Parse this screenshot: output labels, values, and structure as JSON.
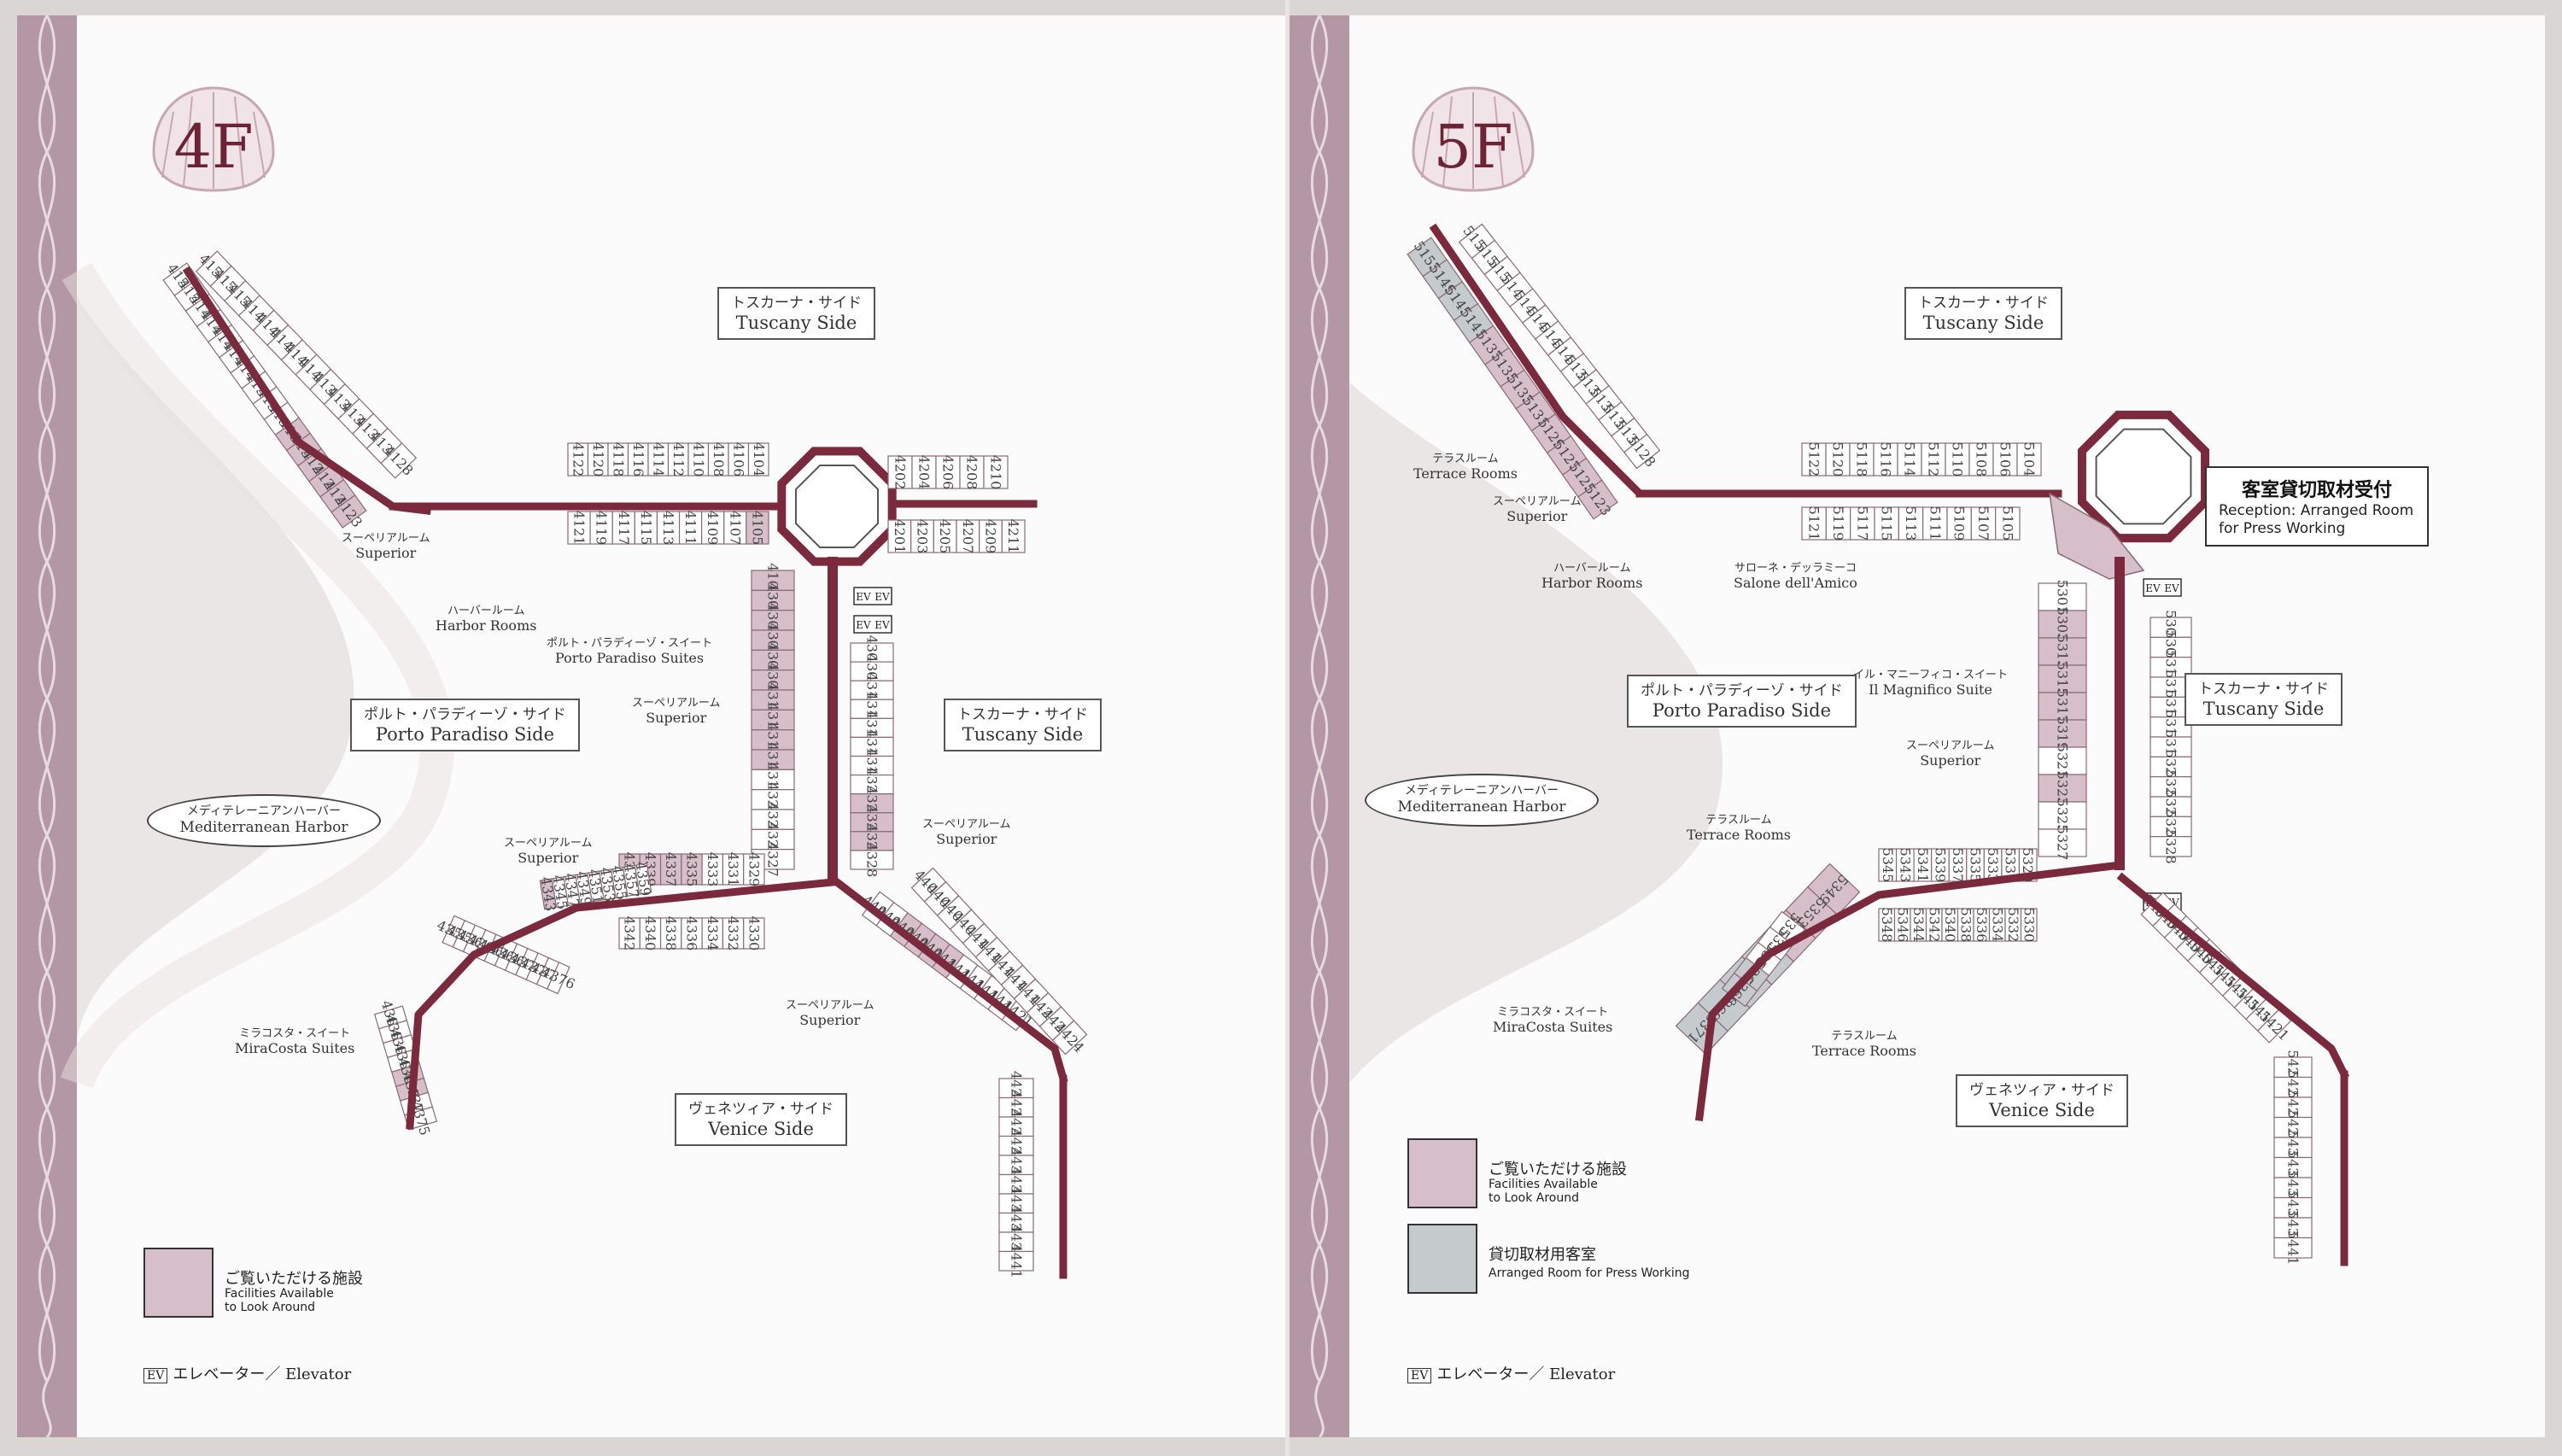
{
  "colors": {
    "corridor": "#7a2a3c",
    "facility_fill": "#d7bfca",
    "press_fill": "#c5cacd",
    "border_band": "#b497a4",
    "room_border": "#8a6a74"
  },
  "floor4": {
    "badge": "4F",
    "tuscany_top": {
      "jp": "トスカーナ・サイド",
      "en": "Tuscany Side"
    },
    "tuscany_right": {
      "jp": "トスカーナ・サイド",
      "en": "Tuscany Side"
    },
    "porto": {
      "jp": "ポルト・パラディーゾ・サイド",
      "en": "Porto Paradiso Side"
    },
    "venice": {
      "jp": "ヴェネツィア・サイド",
      "en": "Venice Side"
    },
    "harbor_oval": {
      "jp": "メディテレーニアンハーバー",
      "en": "Mediterranean Harbor"
    },
    "annotations": {
      "superior1": {
        "jp": "スーペリアルーム",
        "en": "Superior"
      },
      "harbor_rooms": {
        "jp": "ハーバールーム",
        "en": "Harbor Rooms"
      },
      "porto_suites": {
        "jp": "ポルト・パラディーゾ・スイート",
        "en": "Porto Paradiso Suites"
      },
      "superior2": {
        "jp": "スーペリアルーム",
        "en": "Superior"
      },
      "superior3": {
        "jp": "スーペリアルーム",
        "en": "Superior"
      },
      "superior4": {
        "jp": "スーペリアルーム",
        "en": "Superior"
      },
      "superior5": {
        "jp": "スーペリアルーム",
        "en": "Superior"
      },
      "miracosta": {
        "jp": "ミラコスタ・スイート",
        "en": "MiraCosta Suites"
      }
    },
    "legend": {
      "jp": "ご覧いただける施設",
      "en1": "Facilities Available",
      "en2": "to Look Around"
    },
    "elevator": {
      "box": "EV",
      "text": "エレベーター／ Elevator"
    },
    "rooms": {
      "nw_outer": [
        "4154",
        "4152",
        "4150",
        "4148",
        "4146",
        "4144",
        "4142",
        "4140",
        "4138",
        "4136",
        "4134",
        "4132",
        "4130",
        "4128"
      ],
      "nw_inner": [
        "4153",
        "4151",
        "4149",
        "4147",
        "4145",
        "4143",
        "4141",
        "4139",
        "4137",
        "4135",
        "4133",
        "4131",
        "4129",
        "4127",
        "4125",
        "4123"
      ],
      "north_top": [
        "4122",
        "4120",
        "4118",
        "4116",
        "4114",
        "4112",
        "4110",
        "4108",
        "4106",
        "4104"
      ],
      "north_bot": [
        "4121",
        "4119",
        "4117",
        "4115",
        "4113",
        "4111",
        "4109",
        "4107",
        "4105"
      ],
      "east_top": [
        "4202",
        "4204",
        "4206",
        "4208",
        "4210"
      ],
      "east_bot": [
        "4201",
        "4203",
        "4205",
        "4207",
        "4209",
        "4211"
      ],
      "spine_left": [
        "4101",
        "4301",
        "4303",
        "4305",
        "4307",
        "4309",
        "4311",
        "4313",
        "4315",
        "4317",
        "4319",
        "4321",
        "4323",
        "4325",
        "4327"
      ],
      "spine_right": [
        "4306",
        "4308",
        "4310",
        "4312",
        "4314",
        "4316",
        "4318",
        "4320",
        "4322",
        "4324",
        "4326",
        "4328"
      ],
      "sw_a": [
        "4341",
        "4339",
        "4337",
        "4335",
        "4333",
        "4331",
        "4329"
      ],
      "sw_b": [
        "4343",
        "4345",
        "4347",
        "4349",
        "4351",
        "4353",
        "4355",
        "4357",
        "4359"
      ],
      "sw_c": [
        "4342",
        "4340",
        "4338",
        "4336",
        "4334",
        "4332",
        "4330"
      ],
      "sw_d": [
        "4361",
        "4363",
        "4365",
        "4367",
        "4369",
        "4371",
        "4373",
        "4375"
      ],
      "sw_e": [
        "4356",
        "4358",
        "4360",
        "4362",
        "4364",
        "4366",
        "4368",
        "4370",
        "4372",
        "4374",
        "4376"
      ],
      "se_a": [
        "4401",
        "4403",
        "4405",
        "4407",
        "4409",
        "4411",
        "4413",
        "4415",
        "4417",
        "4419",
        "4421"
      ],
      "se_b": [
        "4402",
        "4404",
        "4406",
        "4408",
        "4410",
        "4412",
        "4414",
        "4416",
        "4418",
        "4420",
        "4422",
        "4424"
      ],
      "se_c": [
        "4423",
        "4425",
        "4427",
        "4429",
        "4431",
        "4433",
        "4435",
        "4437",
        "4439",
        "4441"
      ]
    }
  },
  "floor5": {
    "badge": "5F",
    "tuscany_top": {
      "jp": "トスカーナ・サイド",
      "en": "Tuscany Side"
    },
    "tuscany_right": {
      "jp": "トスカーナ・サイド",
      "en": "Tuscany Side"
    },
    "porto": {
      "jp": "ポルト・パラディーゾ・サイド",
      "en": "Porto Paradiso Side"
    },
    "venice": {
      "jp": "ヴェネツィア・サイド",
      "en": "Venice Side"
    },
    "harbor_oval": {
      "jp": "メディテレーニアンハーバー",
      "en": "Mediterranean Harbor"
    },
    "press": {
      "jp": "客室貸切取材受付",
      "en1": "Reception: Arranged Room",
      "en2": "for Press Working"
    },
    "annotations": {
      "terrace1": {
        "jp": "テラスルーム",
        "en": "Terrace Rooms"
      },
      "superior1": {
        "jp": "スーペリアルーム",
        "en": "Superior"
      },
      "harbor_rooms": {
        "jp": "ハーバールーム",
        "en": "Harbor Rooms"
      },
      "salone": {
        "jp": "サローネ・デッラミーコ",
        "en": "Salone dell'Amico"
      },
      "magnifico": {
        "jp": "イル・マニーフィコ・スイート",
        "en": "Il Magnifico Suite"
      },
      "superior2": {
        "jp": "スーペリアルーム",
        "en": "Superior"
      },
      "terrace2": {
        "jp": "テラスルーム",
        "en": "Terrace Rooms"
      },
      "miracosta": {
        "jp": "ミラコスタ・スイート",
        "en": "MiraCosta Suites"
      },
      "terrace3": {
        "jp": "テラスルーム",
        "en": "Terrace Rooms"
      }
    },
    "legend1": {
      "jp": "ご覧いただける施設",
      "en1": "Facilities Available",
      "en2": "to Look Around"
    },
    "legend2": {
      "jp": "貸切取材用客室",
      "en1": "Arranged Room for Press Working"
    },
    "elevator": {
      "box": "EV",
      "text": "エレベーター／ Elevator"
    },
    "rooms": {
      "nw_outer": [
        "5154",
        "5152",
        "5150",
        "5148",
        "5146",
        "5144",
        "5142",
        "5140",
        "5138",
        "5136",
        "5134",
        "5132",
        "5130",
        "5128"
      ],
      "nw_inner": [
        "5153",
        "5149",
        "5145",
        "5141",
        "5137",
        "5135",
        "5133",
        "5131",
        "5129",
        "5127",
        "5125",
        "5123"
      ],
      "north_top": [
        "5122",
        "5120",
        "5118",
        "5116",
        "5114",
        "5112",
        "5110",
        "5108",
        "5106",
        "5104"
      ],
      "north_bot": [
        "5121",
        "5119",
        "5117",
        "5115",
        "5113",
        "5111",
        "5109",
        "5107",
        "5105"
      ],
      "spine_left": [
        "5301",
        "5303",
        "5313",
        "5315",
        "5317",
        "5319",
        "5321",
        "5323",
        "5325",
        "5327"
      ],
      "spine_right": [
        "5306",
        "5308",
        "5310",
        "5312",
        "5314",
        "5316",
        "5318",
        "5320",
        "5322",
        "5324",
        "5326",
        "5328"
      ],
      "sw_a": [
        "5349",
        "5353",
        "5357",
        "5361",
        "5365",
        "5369",
        "5371"
      ],
      "sw_b": [
        "5345",
        "5343",
        "5341",
        "5339",
        "5337",
        "5335",
        "5333",
        "5331",
        "5329"
      ],
      "sw_c": [
        "5348",
        "5346",
        "5344",
        "5342",
        "5340",
        "5338",
        "5336",
        "5334",
        "5332",
        "5330"
      ],
      "sw_d": [
        "5352",
        "5356",
        "5358",
        "5362",
        "5366"
      ],
      "se_a": [
        "5401",
        "5403",
        "5405",
        "5407",
        "5409",
        "5411",
        "5413",
        "5415",
        "5417",
        "5419",
        "5421"
      ],
      "se_c": [
        "5423",
        "5425",
        "5427",
        "5429",
        "5431",
        "5433",
        "5435",
        "5437",
        "5439",
        "5441"
      ]
    }
  }
}
